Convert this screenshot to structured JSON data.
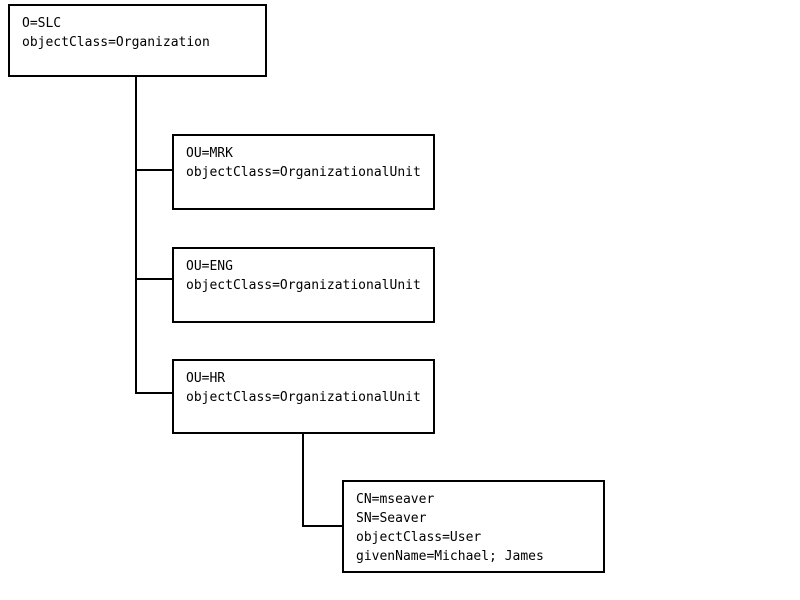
{
  "diagram": {
    "type": "tree",
    "description": "LDAP directory tree",
    "colors": {
      "background": "#ffffff",
      "box_fill": "#ffffff",
      "box_border": "#000000",
      "text": "#000000",
      "connector": "#000000"
    },
    "nodes": [
      {
        "id": "org",
        "parent": null,
        "lines": [
          "O=SLC",
          "objectClass=Organization"
        ]
      },
      {
        "id": "ou-mrk",
        "parent": "org",
        "lines": [
          "OU=MRK",
          "objectClass=OrganizationalUnit"
        ]
      },
      {
        "id": "ou-eng",
        "parent": "org",
        "lines": [
          "OU=ENG",
          "objectClass=OrganizationalUnit"
        ]
      },
      {
        "id": "ou-hr",
        "parent": "org",
        "lines": [
          "OU=HR",
          "objectClass=OrganizationalUnit"
        ]
      },
      {
        "id": "user-mseaver",
        "parent": "ou-hr",
        "lines": [
          "CN=mseaver",
          "SN=Seaver",
          "objectClass=User",
          "givenName=Michael; James"
        ]
      }
    ]
  }
}
